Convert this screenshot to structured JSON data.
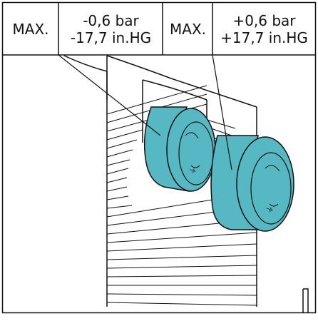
{
  "labels": {
    "left": {
      "max": "MAX.",
      "line1": "-0,6 bar",
      "line2": "-17,7 in.HG"
    },
    "right": {
      "max": "MAX.",
      "line1": "+0,6 bar",
      "line2": "+17,7 in.HG"
    }
  },
  "colors": {
    "gauge_fill": "#56b8c2",
    "gauge_dark": "#3d9aa6",
    "line": "#111111",
    "background": "#ffffff"
  }
}
